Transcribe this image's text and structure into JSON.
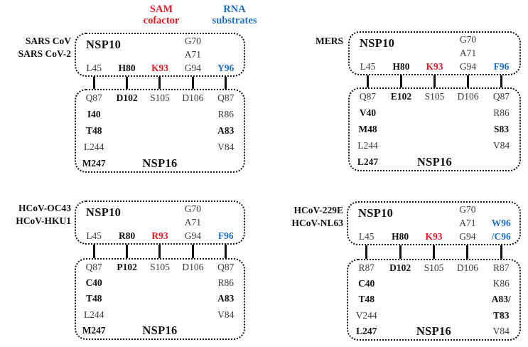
{
  "header": {
    "sam": {
      "line1": "SAM",
      "line2": "cofactor"
    },
    "rna": {
      "line1": "RNA",
      "line2": "substrates"
    }
  },
  "colors": {
    "sam_red": "#e11c2a",
    "rna_blue": "#1d70c2",
    "bold_black": "#111111",
    "regular_gray": "#3b3b3b"
  },
  "panels": [
    {
      "virus_lines": [
        "SARS CoV",
        "SARS CoV-2"
      ],
      "nsp10": {
        "title": "NSP10",
        "g70": "G70",
        "a71": "A71",
        "row": [
          "L45",
          "H80",
          "K93",
          "G94",
          "Y96"
        ]
      },
      "nsp16": {
        "title": "NSP16",
        "top": [
          "Q87",
          "D102",
          "S105",
          "D106",
          "Q87"
        ],
        "left": [
          "I40",
          "T48",
          "L244",
          "M247"
        ],
        "right": [
          "R86",
          "A83",
          "V84"
        ]
      }
    },
    {
      "virus_lines": [
        "MERS"
      ],
      "nsp10": {
        "title": "NSP10",
        "g70": "G70",
        "a71": "A71",
        "row": [
          "L45",
          "H80",
          "K93",
          "G94",
          "F96"
        ]
      },
      "nsp16": {
        "title": "NSP16",
        "top": [
          "Q87",
          "E102",
          "S105",
          "D106",
          "Q87"
        ],
        "left": [
          "V40",
          "M48",
          "L244",
          "L247"
        ],
        "right": [
          "R86",
          "S83",
          "V84"
        ]
      }
    },
    {
      "virus_lines": [
        "HCoV-OC43",
        "HCoV-HKU1"
      ],
      "nsp10": {
        "title": "NSP10",
        "g70": "G70",
        "a71": "A71",
        "row": [
          "L45",
          "R80",
          "R93",
          "G94",
          "F96"
        ]
      },
      "nsp16": {
        "title": "NSP16",
        "top": [
          "Q87",
          "P102",
          "S105",
          "D106",
          "Q87"
        ],
        "left": [
          "C40",
          "T48",
          "L244",
          "M247"
        ],
        "right": [
          "R86",
          "A83",
          "V84"
        ]
      }
    },
    {
      "virus_lines": [
        "HCoV-229E",
        "HCoV-NL63"
      ],
      "nsp10": {
        "title": "NSP10",
        "g70": "G70",
        "a71": "A71",
        "w96": "W96",
        "row": [
          "L45",
          "H80",
          "K93",
          "G94",
          "/C96"
        ]
      },
      "nsp16": {
        "title": "NSP16",
        "top": [
          "R87",
          "D102",
          "S105",
          "D106",
          "R87"
        ],
        "left": [
          "C40",
          "T48",
          "V244",
          "L247"
        ],
        "right": [
          "K86",
          "A83/",
          "T83",
          "V84"
        ]
      }
    }
  ]
}
